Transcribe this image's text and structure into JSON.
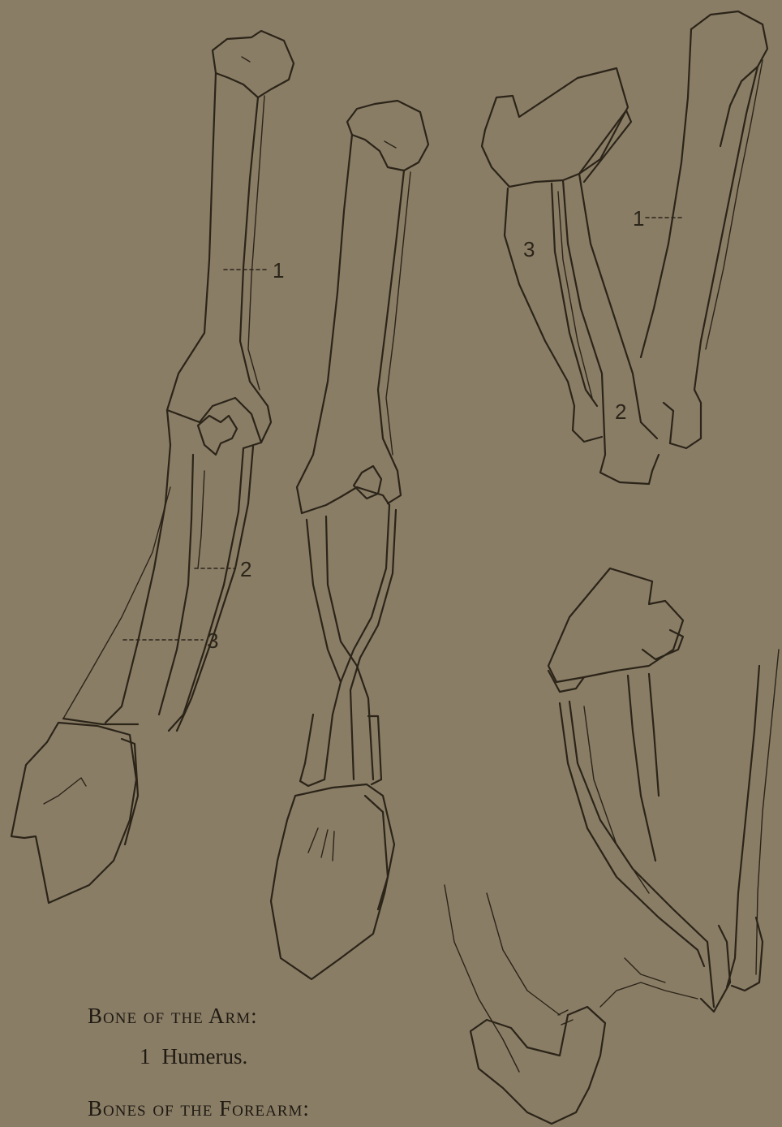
{
  "figures": {
    "left": {
      "labels": [
        "1",
        "2",
        "3"
      ]
    },
    "top_right": {
      "labels": [
        "1",
        "3",
        "2"
      ]
    }
  },
  "legend": {
    "heading_arm": "Bone of the Arm:",
    "arm_items": [
      {
        "number": "1",
        "name": "Humerus."
      }
    ],
    "heading_forearm": "Bones of the Forearm:"
  },
  "colors": {
    "paper": "#8a7d66",
    "ink": "#2b2418"
  }
}
